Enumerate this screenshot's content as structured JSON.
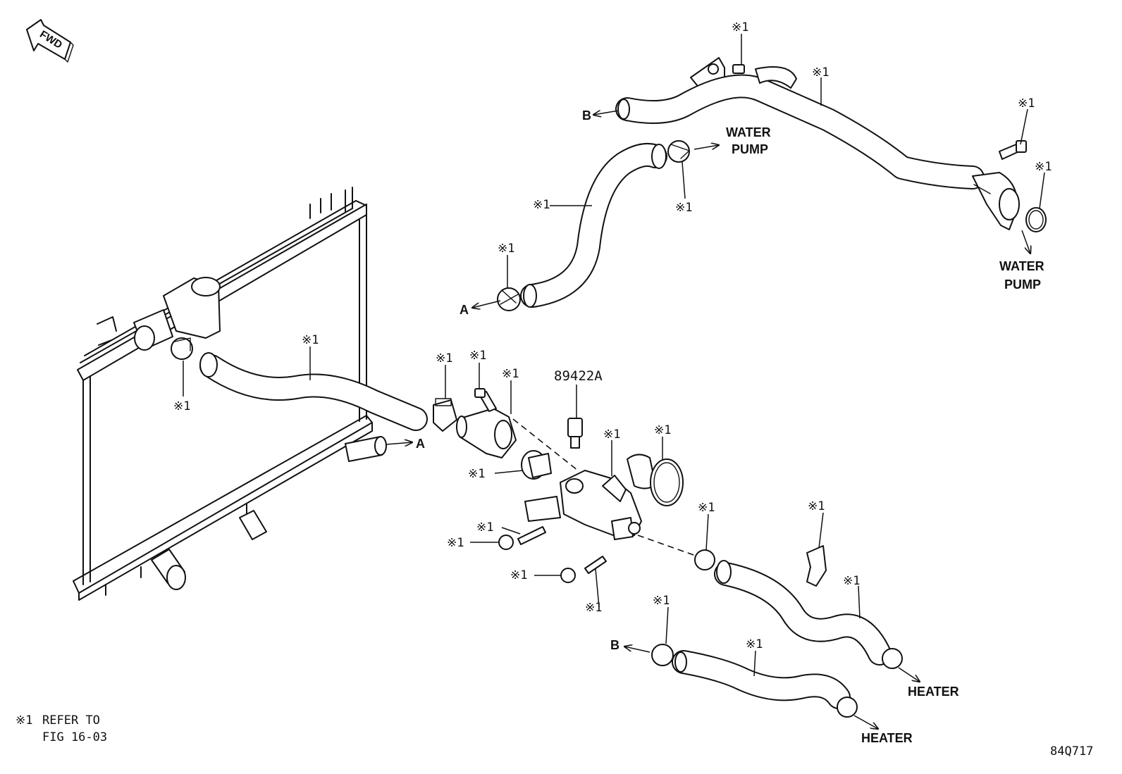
{
  "diagram": {
    "fwd_label": "FWD",
    "ref_mark": "※1",
    "part_number": "89422A",
    "connector_a": "A",
    "connector_b": "B",
    "water_pump_line1": "WATER",
    "water_pump_line2": "PUMP",
    "heater": "HEATER",
    "footnote_line1": "REFER TO",
    "footnote_line2": "FIG 16-03",
    "figure_id": "84Q717"
  }
}
